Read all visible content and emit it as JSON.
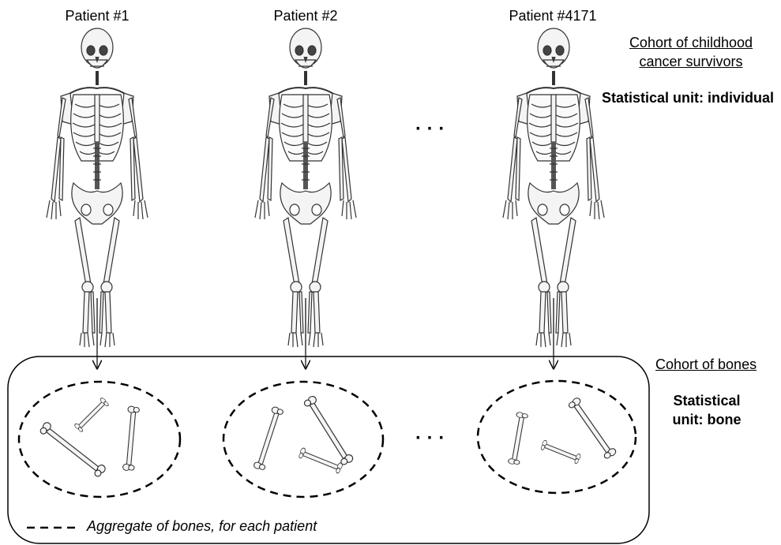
{
  "patients": [
    {
      "label": "Patient #1"
    },
    {
      "label": "Patient #2"
    },
    {
      "label": "Patient #4171"
    }
  ],
  "ellipsis": "· · ·",
  "cohort_individuals": {
    "line1": "Cohort of childhood",
    "line2": "cancer survivors",
    "unit": "Statistical unit: individual"
  },
  "cohort_bones": {
    "title": "Cohort of bones",
    "unit_line1": "Statistical",
    "unit_line2": "unit: bone"
  },
  "legend": {
    "text": "Aggregate of bones, for each patient"
  }
}
